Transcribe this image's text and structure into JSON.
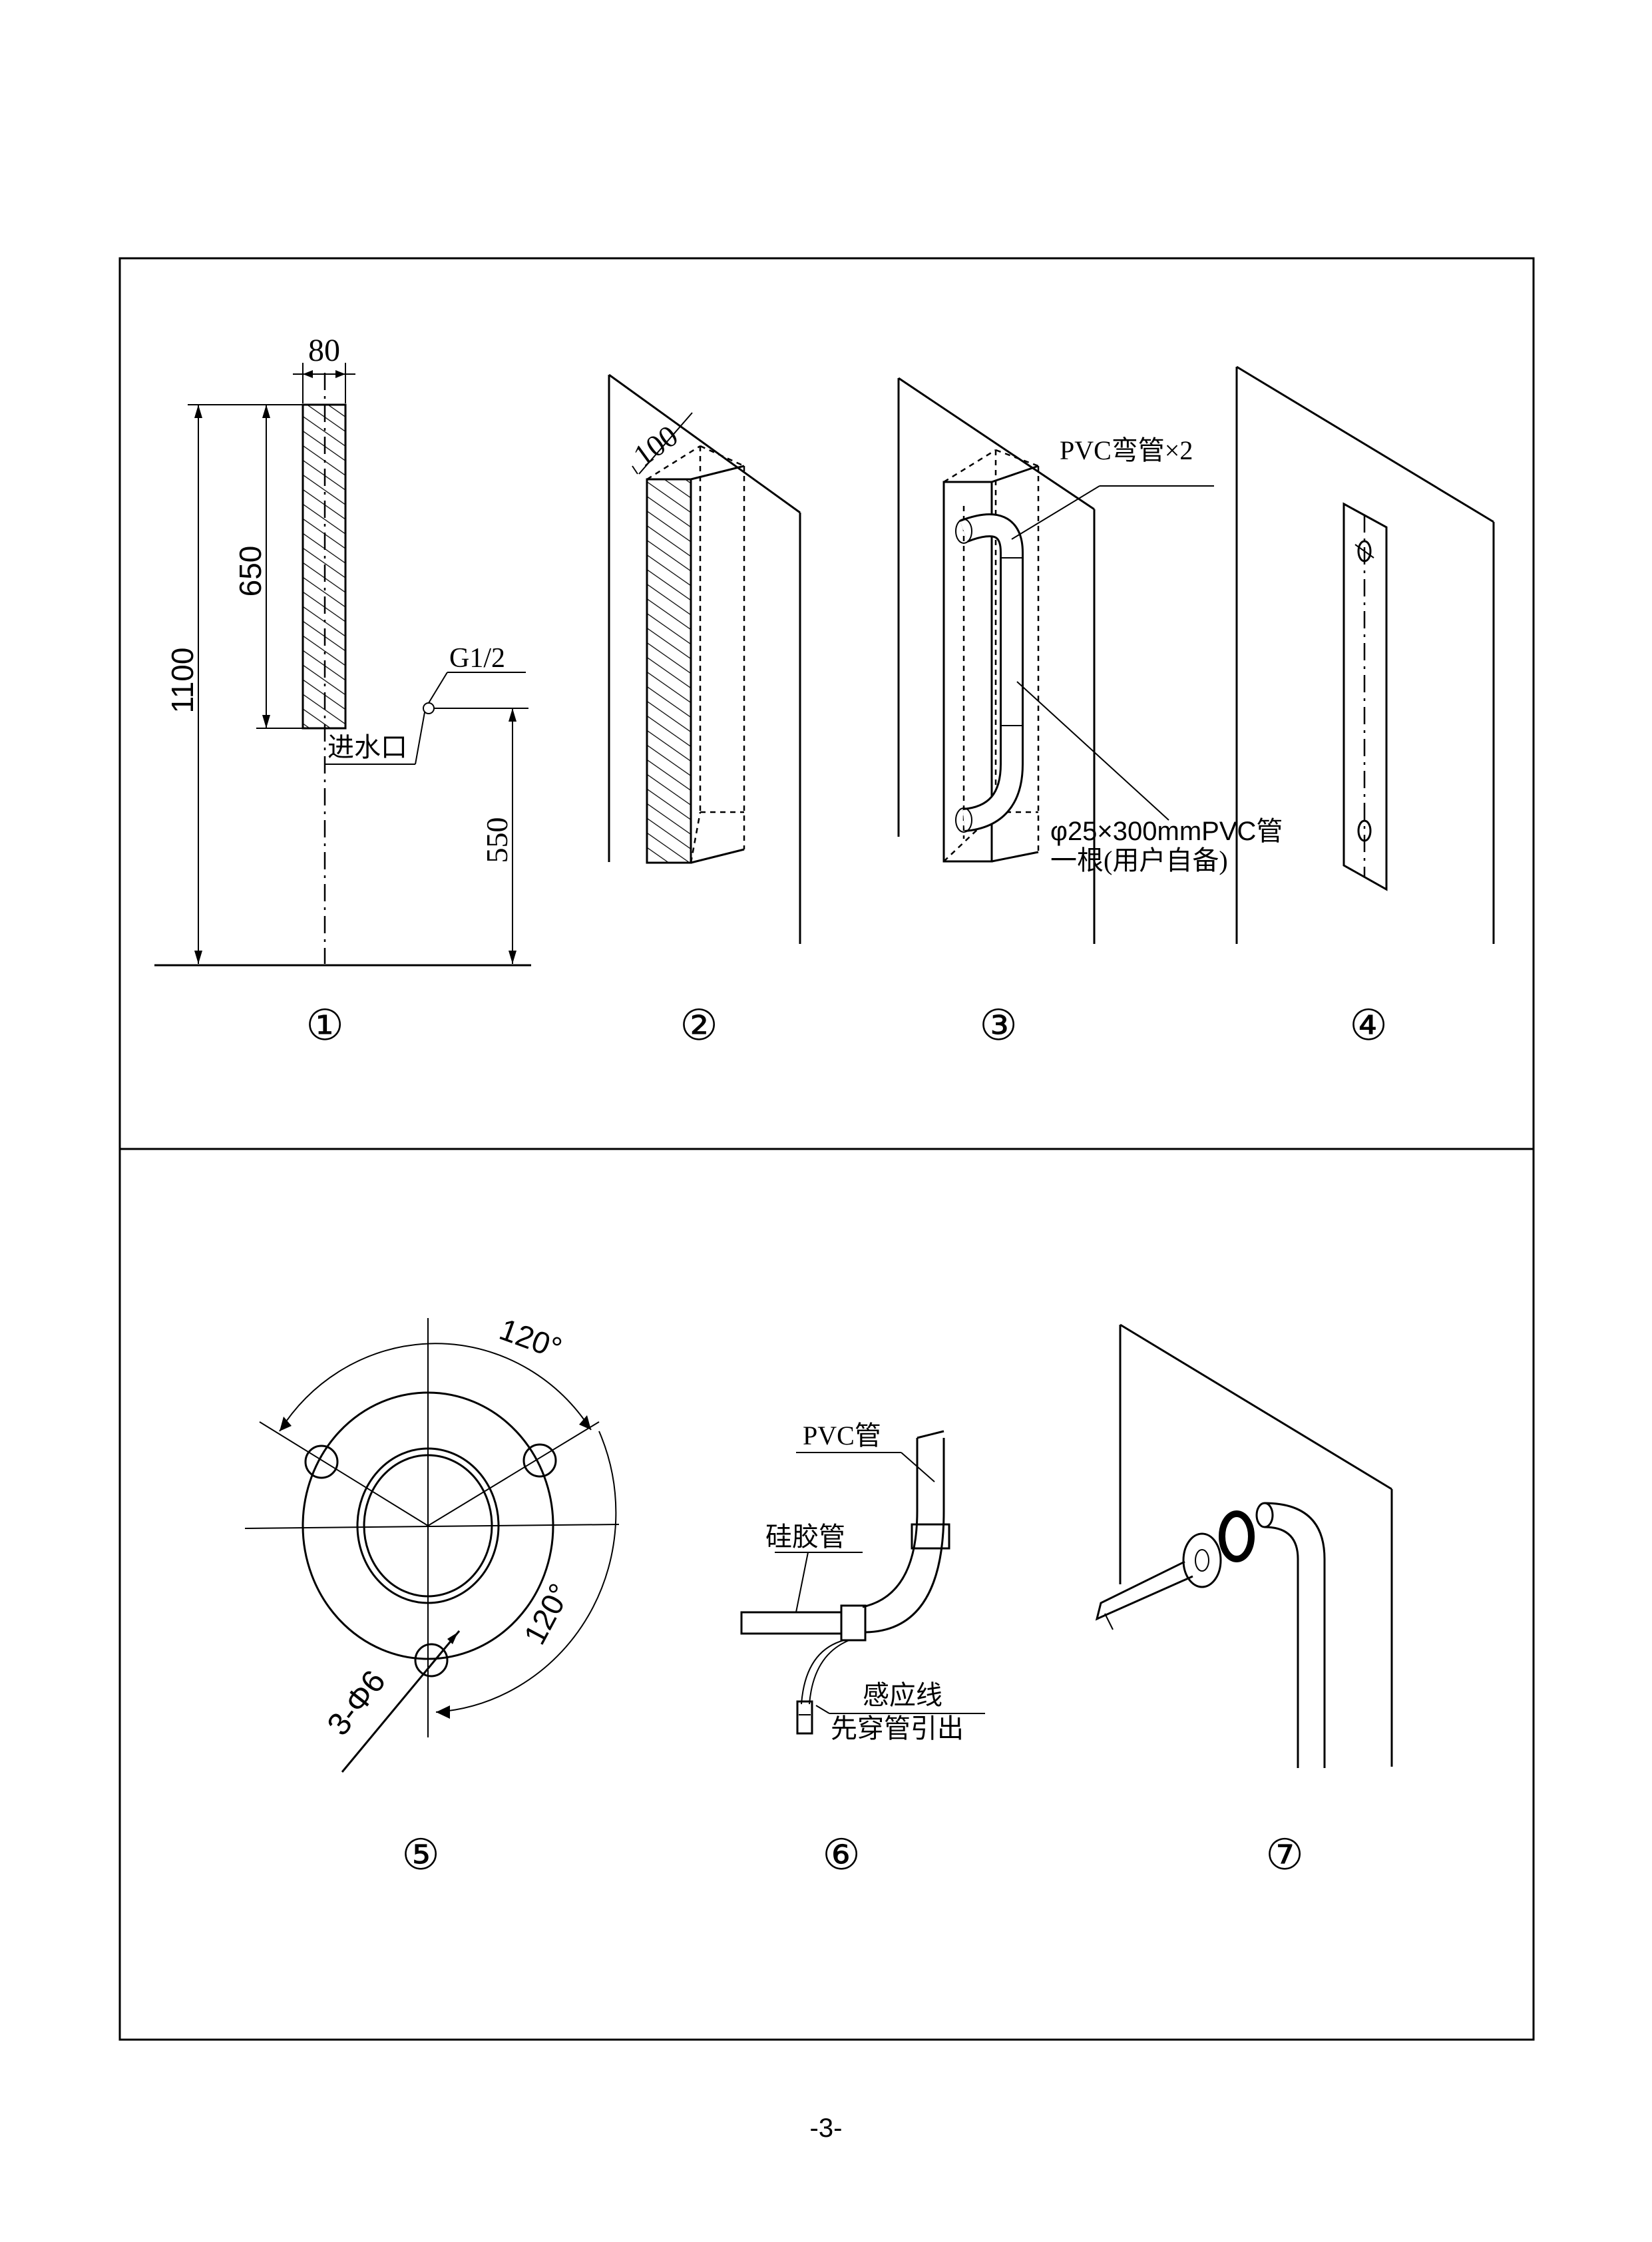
{
  "panels": {
    "p1": {
      "label": "①",
      "dim_width": "80",
      "dim_height_box": "650",
      "dim_height_total": "1100",
      "dim_inlet_height": "550",
      "thread": "G1/2",
      "inlet": "进水口"
    },
    "p2": {
      "label": "②",
      "dim_depth": "100"
    },
    "p3": {
      "label": "③",
      "elbow_note": "PVC弯管×2",
      "pipe_note_line1": "φ25×300mmPVC管",
      "pipe_note_line2": "一根(用户自备)"
    },
    "p4": {
      "label": "④"
    },
    "p5": {
      "label": "⑤",
      "angle_top": "120°",
      "angle_right": "120°",
      "holes": "3-Φ6"
    },
    "p6": {
      "label": "⑥",
      "pvc": "PVC管",
      "silicone": "硅胶管",
      "sensor_line1": "感应线",
      "sensor_line2": "先穿管引出"
    },
    "p7": {
      "label": "⑦"
    }
  },
  "page_number": "-3-"
}
